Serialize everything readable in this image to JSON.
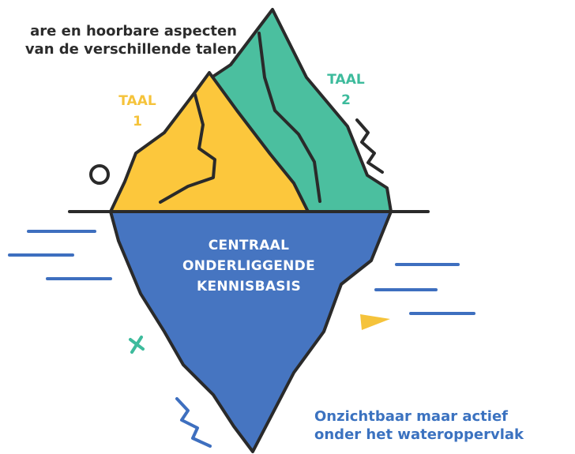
{
  "top_caption": {
    "line1": "are en hoorbare aspecten",
    "line2": "van de verschillende talen"
  },
  "language_1": {
    "line1": "TAAL",
    "line2": "1"
  },
  "language_2": {
    "line1": "TAAL",
    "line2": "2"
  },
  "center_label": {
    "line1": "CENTRAAL",
    "line2": "ONDERLIGGENDE",
    "line3": "KENNISBASIS"
  },
  "bottom_caption": {
    "line1": "Onzichtbaar maar actief",
    "line2": "onder het wateroppervlak"
  },
  "colors": {
    "outline": "#2a2a2a",
    "peak_1": "#fcc73c",
    "peak_2": "#4bbf9f",
    "underwater": "#4675c1",
    "water_lines": "#3e6fbf",
    "accent_teal": "#3dbb9c",
    "accent_yellow": "#f5c33b"
  }
}
